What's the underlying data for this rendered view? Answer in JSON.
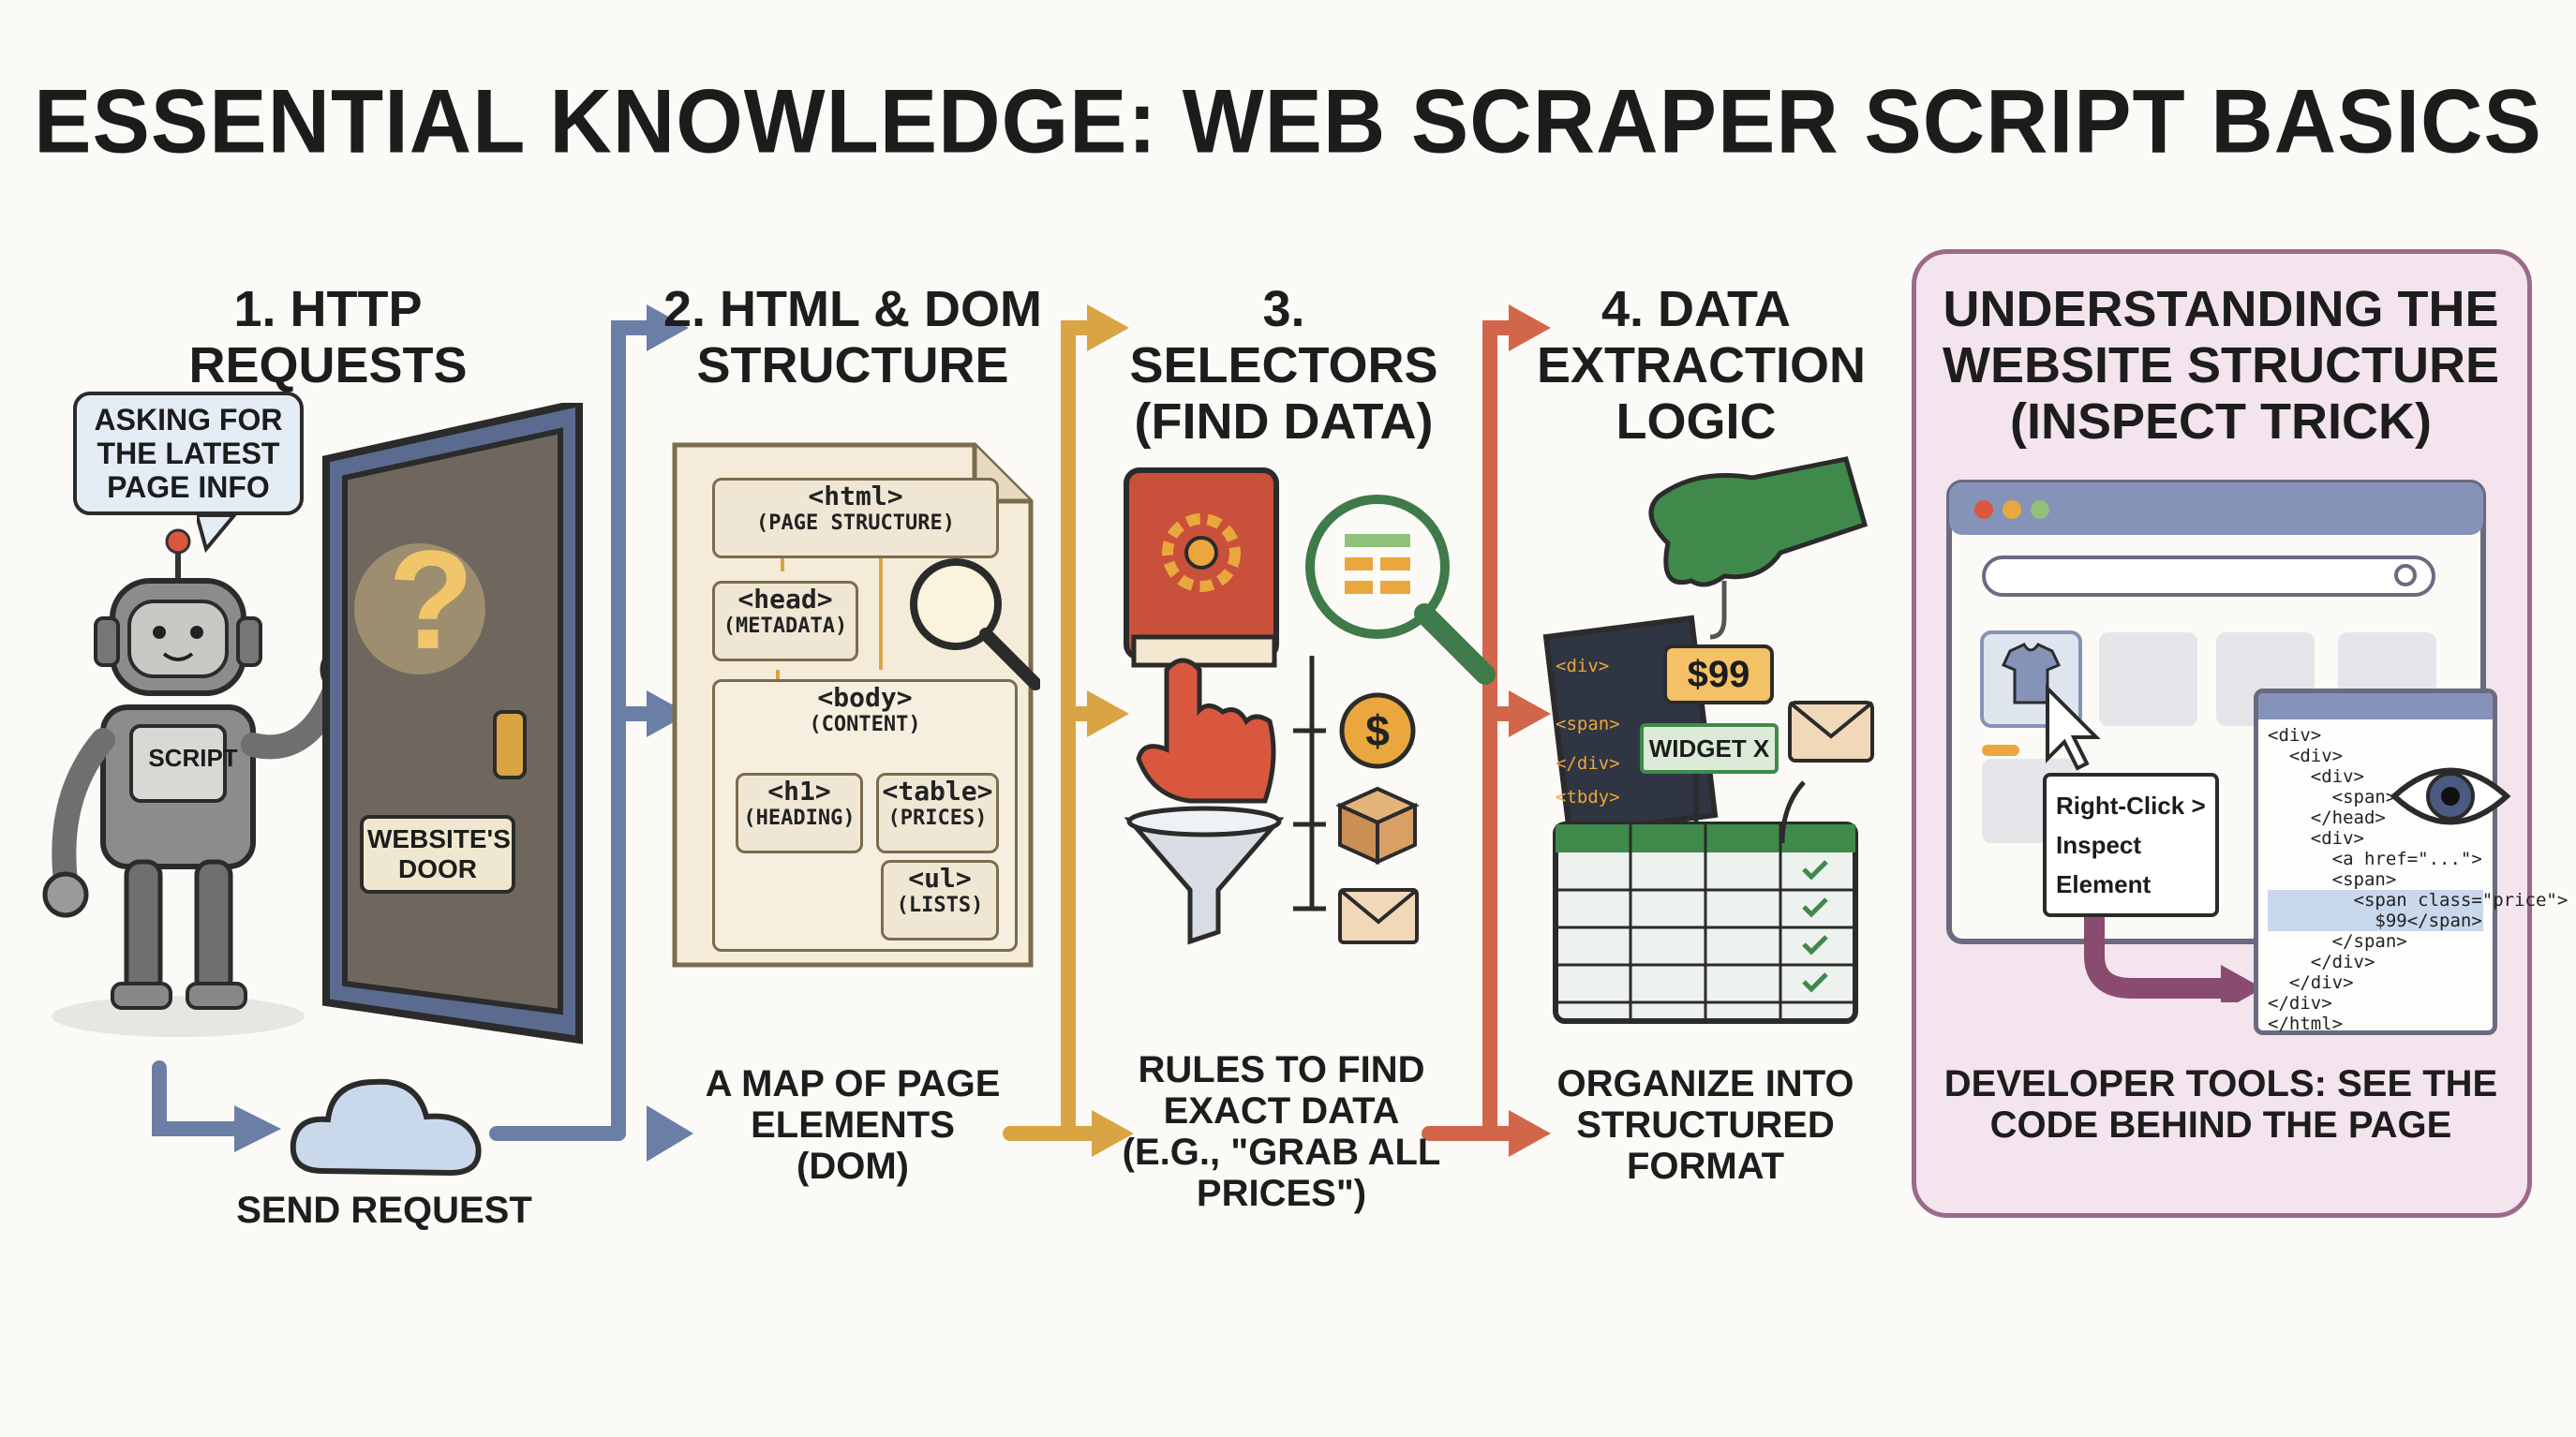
{
  "title": "ESSENTIAL KNOWLEDGE: WEB SCRAPER SCRIPT BASICS",
  "steps": [
    {
      "heading_lines": [
        "1. HTTP REQUESTS"
      ],
      "caption_lines": [
        "SEND REQUEST"
      ]
    },
    {
      "heading_lines": [
        "2. HTML & DOM",
        "STRUCTURE"
      ],
      "caption_lines": [
        "A MAP OF PAGE",
        "ELEMENTS",
        "(DOM)"
      ]
    },
    {
      "heading_lines": [
        "3. SELECTORS",
        "(FIND DATA)"
      ],
      "caption_lines": [
        "RULES TO FIND",
        "EXACT DATA",
        "(E.G., \"GRAB ALL",
        "PRICES\")"
      ]
    },
    {
      "heading_lines": [
        "4. DATA",
        "EXTRACTION",
        "LOGIC"
      ],
      "caption_lines": [
        "ORGANIZE INTO",
        "STRUCTURED",
        "FORMAT"
      ]
    },
    {
      "heading_lines": [
        "UNDERSTANDING THE",
        "WEBSITE STRUCTURE",
        "(INSPECT TRICK)"
      ],
      "caption_lines": [
        "DEVELOPER TOOLS: SEE THE",
        "CODE BEHIND THE PAGE"
      ]
    }
  ],
  "robot": {
    "speech_lines": [
      "ASKING FOR",
      "THE LATEST",
      "PAGE INFO"
    ],
    "badge": "SCRIPT"
  },
  "door": {
    "sign_lines": [
      "WEBSITE'S",
      "DOOR"
    ],
    "symbol": "?"
  },
  "dom_tree": {
    "html": {
      "tag": "<html>",
      "sub": "(PAGE STRUCTURE)"
    },
    "head": {
      "tag": "<head>",
      "sub": "(METADATA)"
    },
    "body": {
      "tag": "<body>",
      "sub": "(CONTENT)"
    },
    "h1": {
      "tag": "<h1>",
      "sub": "(HEADING)"
    },
    "table": {
      "tag": "<table>",
      "sub": "(PRICES)"
    },
    "ul": {
      "tag": "<ul>",
      "sub": "(LISTS)"
    }
  },
  "selectors": {
    "dollar_symbol": "$"
  },
  "extraction": {
    "price_tag": "$99",
    "widget_label": "WIDGET X",
    "laptop_code": [
      "<div>",
      "<span>",
      "</div>",
      "<tbdy>"
    ]
  },
  "inspect": {
    "context_menu": [
      "Right-Click  >",
      "Inspect Element"
    ],
    "devtools_code": [
      "<div>",
      "  <div>",
      "    <div>",
      "      <span>",
      "    </head>",
      "    <div>",
      "      <a href=\"...\">",
      "      <span>",
      "        <span class=\"price\">",
      "          $99</span>",
      "      </span>",
      "    </div>",
      "  </div>",
      "</div>",
      "</html>"
    ]
  },
  "colors": {
    "blue_arrow": "#6b7fa6",
    "gold_arrow": "#d9a443",
    "red_arrow": "#d2664a",
    "panel_fill": "#f3e4ee",
    "panel_border": "#9b6a8b",
    "green_hand": "#3f8a4a"
  }
}
